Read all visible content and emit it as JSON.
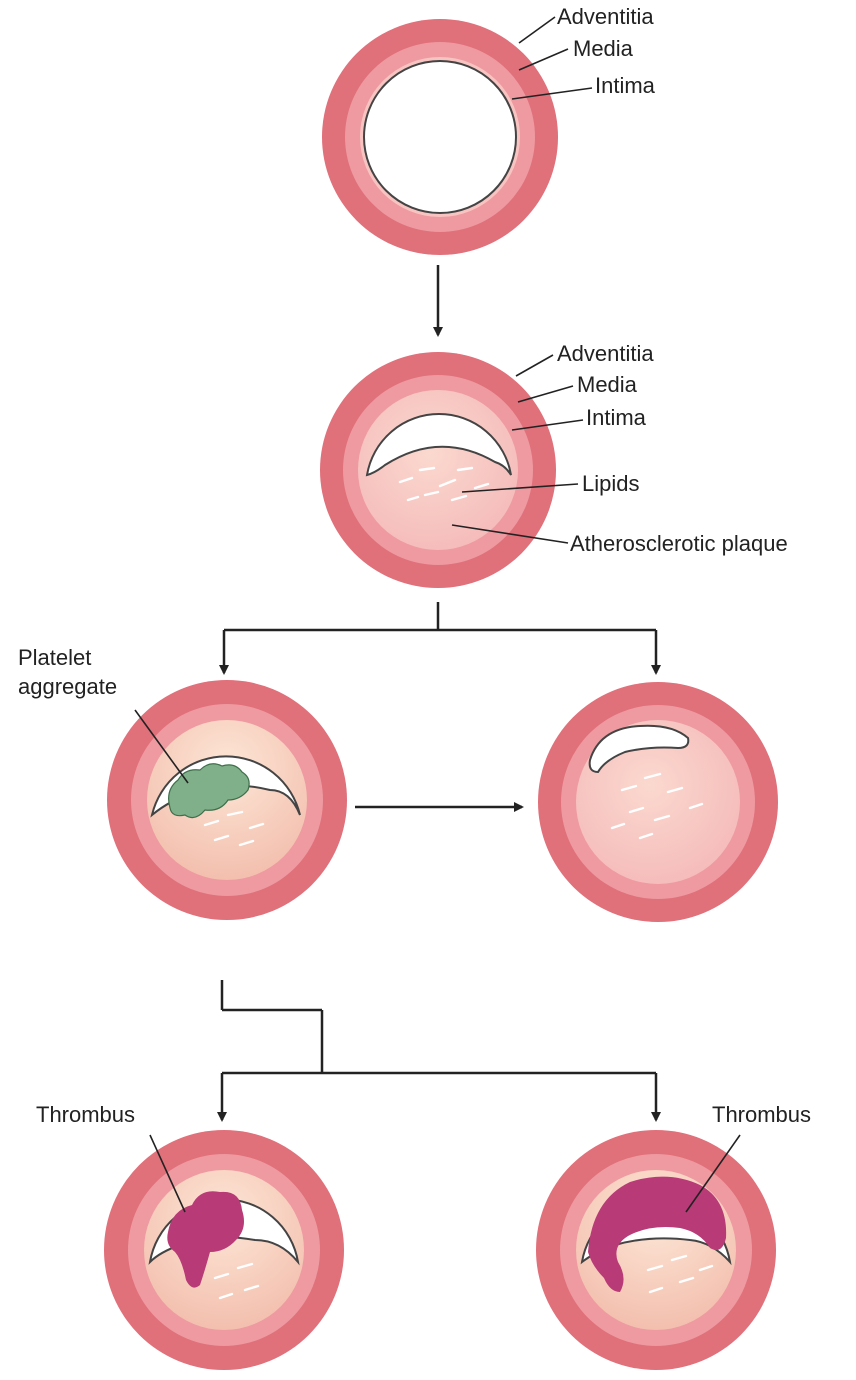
{
  "colors": {
    "adventitia": "#e0707a",
    "media": "#ee9aa0",
    "intima": "#f8c4c2",
    "plaque": "#f6c8b6",
    "plaque_core": "#fbe2d2",
    "lumen": "#ffffff",
    "thrombus": "#b83a76",
    "platelet": "#7fb08a",
    "line": "#222222"
  },
  "panel1": {
    "labels": {
      "adventitia": "Adventitia",
      "media": "Media",
      "intima": "Intima"
    }
  },
  "panel2": {
    "labels": {
      "adventitia": "Adventitia",
      "media": "Media",
      "intima": "Intima",
      "lipids": "Lipids",
      "plaque": "Atherosclerotic plaque"
    }
  },
  "panel3": {
    "labels": {
      "platelet_line1": "Platelet",
      "platelet_line2": "aggregate"
    }
  },
  "panel5": {
    "labels": {
      "thrombus": "Thrombus"
    }
  },
  "panel6": {
    "labels": {
      "thrombus": "Thrombus"
    }
  }
}
